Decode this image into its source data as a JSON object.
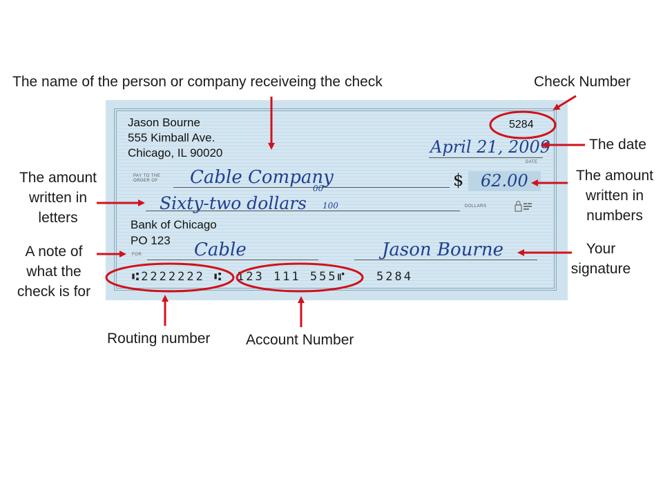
{
  "labels": {
    "payee_name": "The name of the person or company receiveing the check",
    "check_number": "Check Number",
    "date": "The date",
    "amount_letters": [
      "The amount",
      "written in",
      "letters"
    ],
    "amount_numbers": [
      "The amount",
      "written in",
      "numbers"
    ],
    "memo_note": [
      "A note of",
      "what the",
      "check is for"
    ],
    "signature": [
      "Your",
      "signature"
    ],
    "routing_number": "Routing number",
    "account_number": "Account Number"
  },
  "check": {
    "owner_name": "Jason Bourne",
    "owner_street": "555 Kimball Ave.",
    "owner_city": "Chicago, IL 90020",
    "number": "5284",
    "date": "April 21, 2009",
    "date_caption": "DATE",
    "pay_to_caption": [
      "PAY TO THE",
      "ORDER OF"
    ],
    "payee": "Cable Company",
    "dollar_sign": "$",
    "amount_numeric": "62.00",
    "amount_words": "Sixty-two dollars",
    "cents_num": "00",
    "cents_den": "100",
    "dollars_caption": "DOLLARS",
    "bank_name": "Bank of Chicago",
    "bank_address": "PO 123",
    "for_caption": "FOR",
    "memo": "Cable",
    "signature": "Jason Bourne",
    "routing_micr": "⑆2222222 ⑆",
    "account_micr": "123  111  555⑈",
    "check_micr": "5284"
  },
  "colors": {
    "arrow": "#d0121b",
    "check_bg": "#cfe3ef",
    "handwriting": "#1f3f8f"
  },
  "icons": [
    "lock-icon"
  ]
}
